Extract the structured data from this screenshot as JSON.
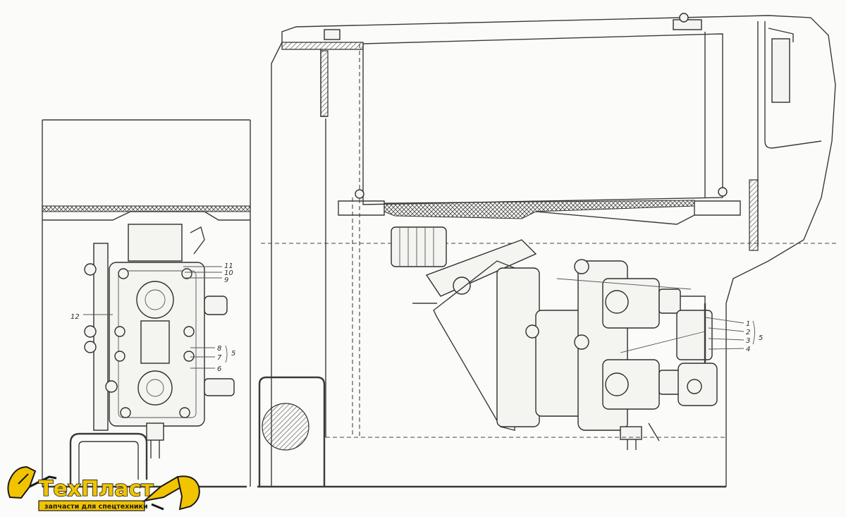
{
  "callouts": {
    "left": {
      "c11": "11",
      "c10": "10",
      "c9": "9",
      "c12": "12",
      "c8": "8",
      "c7": "7",
      "c5": "5",
      "c6": "6"
    },
    "right": {
      "c1": "1",
      "c2": "2",
      "c3": "3",
      "c4": "4",
      "c5": "5"
    }
  },
  "logo": {
    "name": "ТехПласт",
    "tagline": "запчасти для спецтехники",
    "colors": {
      "yellow": "#f2c400",
      "outline": "#1a1a1a"
    }
  },
  "colors": {
    "paper": "#fbfbf9",
    "ink": "#3a3a3a"
  }
}
